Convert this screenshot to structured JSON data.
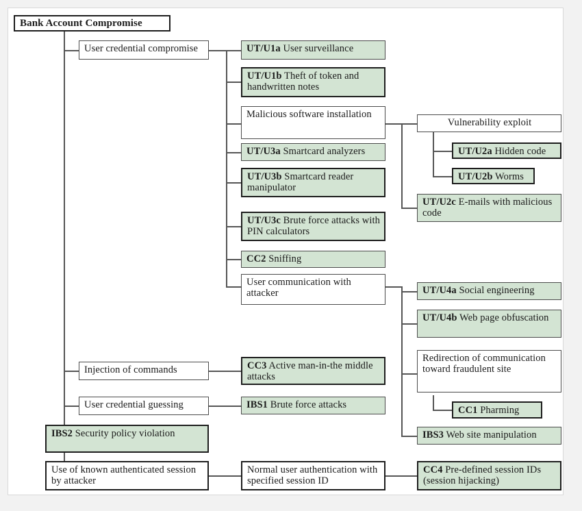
{
  "figure": {
    "title": "Bank Account Compromise attack tree",
    "type": "attack-tree-diagram",
    "colors": {
      "leaf_fill": "#d3e4d3",
      "intermediate_fill": "#ffffff",
      "border": "#1d1d1d",
      "connector": "#555555",
      "page_background": "#f2f2f2",
      "panel_background": "#ffffff"
    }
  },
  "nodes": {
    "root": {
      "code": "",
      "label": "Bank Account Compromise"
    },
    "user_credential_compromise": {
      "code": "",
      "label": "User credential compromise"
    },
    "ut_u1a": {
      "code": "UT/U1a",
      "label": " User surveillance"
    },
    "ut_u1b": {
      "code": "UT/U1b",
      "label": " Theft of token and handwritten notes"
    },
    "malicious_software_installation": {
      "code": "",
      "label": "Malicious software installation"
    },
    "vulnerability_exploit": {
      "code": "",
      "label": "Vulnerability exploit"
    },
    "ut_u2a": {
      "code": "UT/U2a",
      "label": " Hidden code"
    },
    "ut_u2b": {
      "code": "UT/U2b",
      "label": " Worms"
    },
    "ut_u2c": {
      "code": "UT/U2c",
      "label": " E-mails with malicious code"
    },
    "ut_u3a": {
      "code": "UT/U3a",
      "label": " Smartcard analyzers"
    },
    "ut_u3b": {
      "code": "UT/U3b",
      "label": " Smartcard reader manipulator"
    },
    "ut_u3c": {
      "code": "UT/U3c",
      "label": " Brute force attacks with PIN calculators"
    },
    "cc2": {
      "code": "CC2",
      "label": " Sniffing"
    },
    "user_communication_with_attacker": {
      "code": "",
      "label": "User communication with attacker"
    },
    "ut_u4a": {
      "code": "UT/U4a",
      "label": " Social engineering"
    },
    "ut_u4b": {
      "code": "UT/U4b",
      "label": " Web page obfuscation"
    },
    "redirection_of_communication": {
      "code": "",
      "label": "Redirection of communication toward fraudulent site"
    },
    "cc1": {
      "code": "CC1",
      "label": " Pharming"
    },
    "ibs3": {
      "code": "IBS3",
      "label": " Web site manipulation"
    },
    "injection_of_commands": {
      "code": "",
      "label": "Injection of commands"
    },
    "cc3": {
      "code": "CC3",
      "label": " Active man-in-the middle attacks"
    },
    "user_credential_guessing": {
      "code": "",
      "label": "User credential guessing"
    },
    "ibs1": {
      "code": "IBS1",
      "label": " Brute force attacks"
    },
    "ibs2": {
      "code": "IBS2",
      "label": " Security policy violation"
    },
    "use_of_known_session": {
      "code": "",
      "label": "Use of known authenticated session by attacker"
    },
    "normal_user_authentication": {
      "code": "",
      "label": "Normal user authentication with specified session ID"
    },
    "cc4": {
      "code": "CC4",
      "label": " Pre-defined session IDs (session hijacking)"
    }
  }
}
